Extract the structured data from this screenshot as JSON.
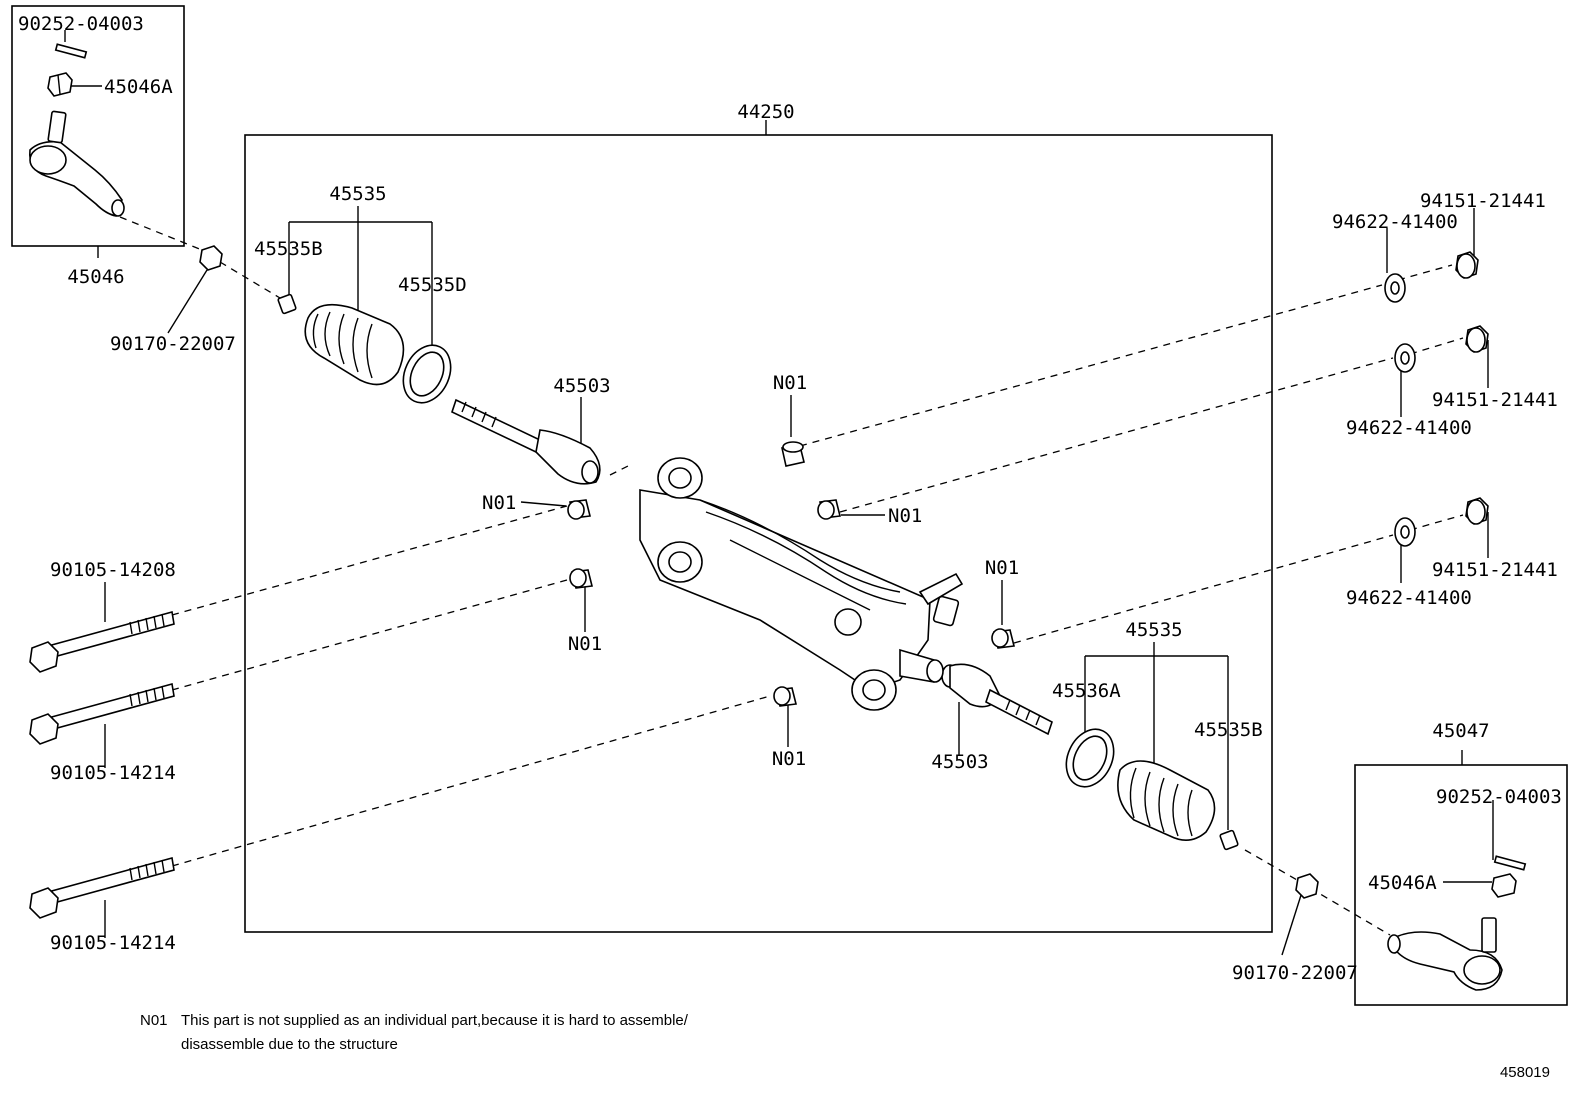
{
  "labels": {
    "assembly": "44250",
    "tie_rod_end_lh": "45046",
    "tie_rod_end_rh": "45047",
    "cotter_pin_lh": "90252-04003",
    "cotter_pin_rh": "90252-04003",
    "castle_nut_lh": "45046A",
    "castle_nut_rh": "45046A",
    "lock_nut_lh": "90170-22007",
    "lock_nut_rh": "90170-22007",
    "boot_kit_lh": "45535",
    "boot_kit_rh": "45535",
    "clip_lh": "45535B",
    "clip_rh": "45535B",
    "clamp_lh": "45535D",
    "clamp_rh": "45536A",
    "inner_tie_rod_lh": "45503",
    "inner_tie_rod_rh": "45503",
    "bolt_1": "90105-14208",
    "bolt_2": "90105-14214",
    "bolt_3": "90105-14214",
    "washer_1": "94622-41400",
    "washer_2": "94622-41400",
    "washer_3": "94622-41400",
    "nut_1": "94151-21441",
    "nut_2": "94151-21441",
    "nut_3": "94151-21441",
    "n01_a": "N01",
    "n01_b": "N01",
    "n01_c": "N01",
    "n01_d": "N01",
    "n01_e": "N01",
    "n01_f": "N01"
  },
  "note": {
    "code": "N01",
    "line1": "This part is not supplied as an individual part,because it is hard to assemble/",
    "line2": "disassemble due to the structure"
  },
  "diagram_id": "458019"
}
